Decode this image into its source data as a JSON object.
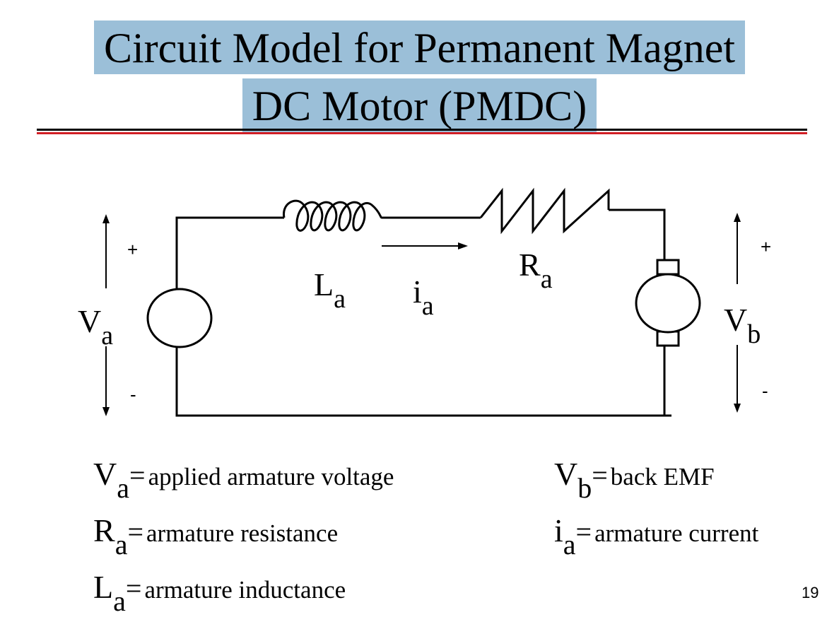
{
  "title": {
    "line1": "Circuit Model for Permanent Magnet",
    "line2": "DC Motor (PMDC)"
  },
  "diagram": {
    "source_voltage": {
      "symbol": "V",
      "subscript": "a"
    },
    "inductor": {
      "symbol": "L",
      "subscript": "a"
    },
    "current": {
      "symbol": "i",
      "subscript": "a"
    },
    "resistor": {
      "symbol": "R",
      "subscript": "a"
    },
    "back_emf": {
      "symbol": "V",
      "subscript": "b"
    },
    "left_plus": "+",
    "left_minus": "-",
    "right_plus": "+",
    "right_minus": "-"
  },
  "legend": {
    "va": {
      "symbol": "V",
      "subscript": "a",
      "eq": "=",
      "text": "applied armature voltage"
    },
    "ra": {
      "symbol": "R",
      "subscript": "a",
      "eq": "=",
      "text": "armature resistance"
    },
    "la": {
      "symbol": "L",
      "subscript": "a",
      "eq": "=",
      "text": "armature inductance"
    },
    "vb": {
      "symbol": "V",
      "subscript": "b",
      "eq": "=",
      "text": "back EMF"
    },
    "ia": {
      "symbol": "i",
      "subscript": "a",
      "eq": "=",
      "text": "armature current"
    }
  },
  "page_number": "19",
  "colors": {
    "title_highlight": "#9bbfd8",
    "rule_dark": "#000000",
    "rule_red": "#d21f26"
  }
}
